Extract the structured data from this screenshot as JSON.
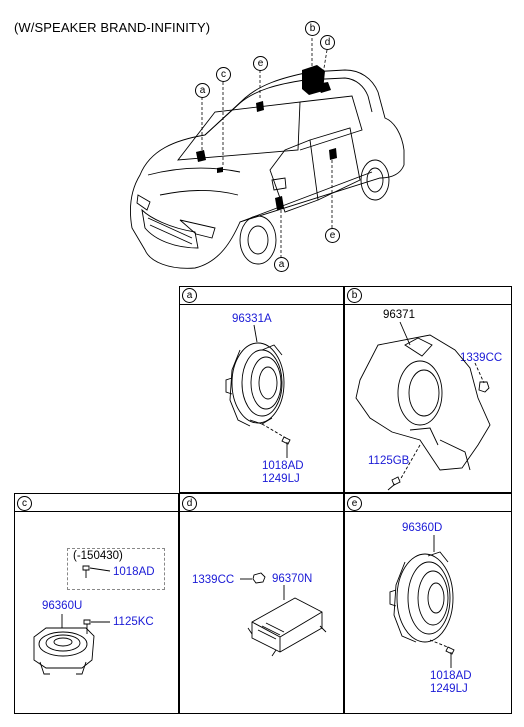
{
  "title": "(W/SPEAKER BRAND-INFINITY)",
  "callouts": {
    "a1": "a",
    "a2": "a",
    "b": "b",
    "c": "c",
    "d": "d",
    "e1": "e",
    "e2": "e"
  },
  "panels": {
    "a": {
      "letter": "a",
      "part_main": "96331A",
      "screw_1": "1018AD",
      "screw_2": "1249LJ"
    },
    "b": {
      "letter": "b",
      "part_main": "96371",
      "nut": "1339CC",
      "bolt": "1125GB"
    },
    "c": {
      "letter": "c",
      "note": "(-150430)",
      "screw_note": "1018AD",
      "part_main": "96360U",
      "screw": "1125KC"
    },
    "d": {
      "letter": "d",
      "nut": "1339CC",
      "part_main": "96370N"
    },
    "e": {
      "letter": "e",
      "part_main": "96360D",
      "screw_1": "1018AD",
      "screw_2": "1249LJ"
    }
  },
  "colors": {
    "part_number_linked": "#1a1ad6",
    "part_number_plain": "#000000"
  }
}
